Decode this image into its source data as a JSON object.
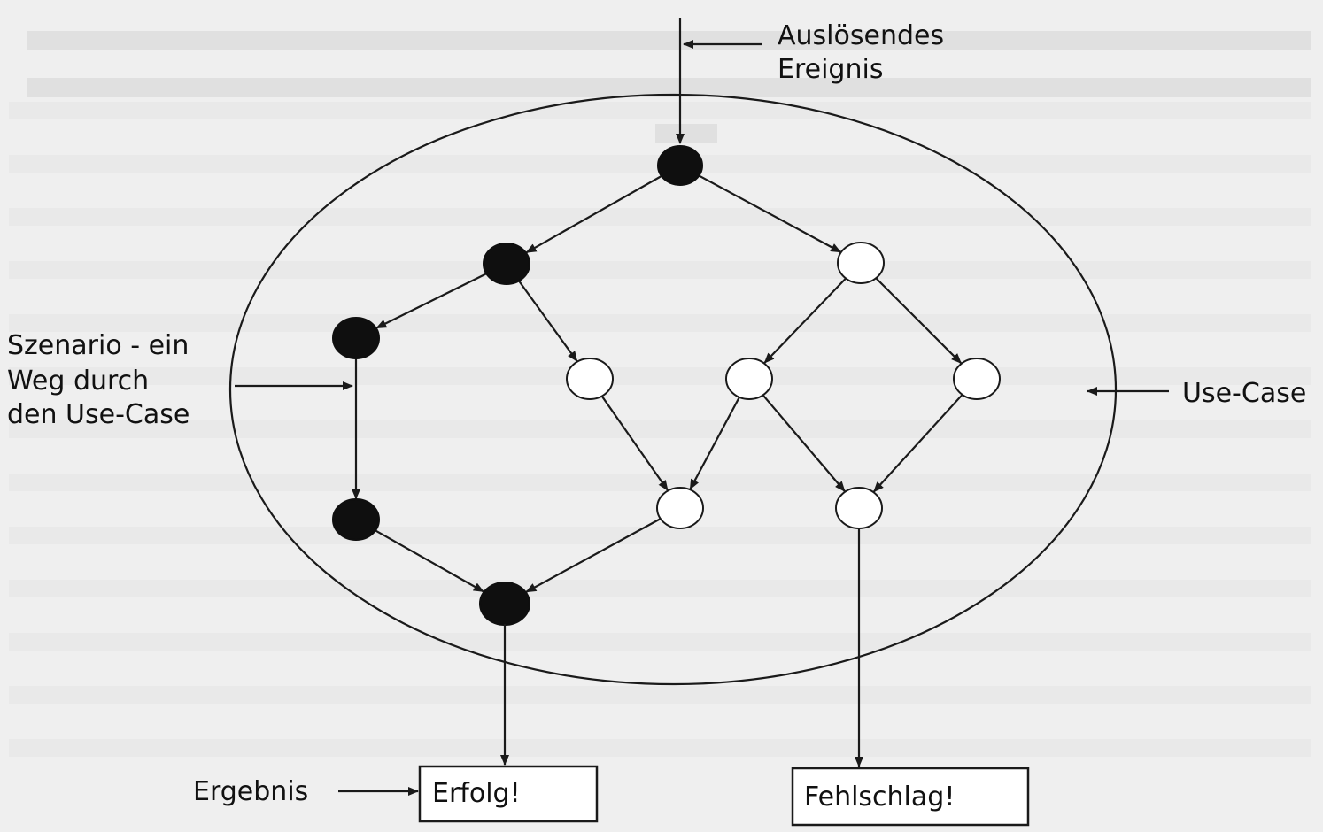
{
  "labels": {
    "trigger_line1": "Auslösendes",
    "trigger_line2": "Ereignis",
    "scenario_line1": "Szenario - ein",
    "scenario_line2": "Weg durch",
    "scenario_line3": "den Use-Case",
    "use_case": "Use-Case",
    "result": "Ergebnis",
    "success": "Erfolg!",
    "failure": "Fehlschlag!"
  },
  "colors": {
    "ink": "#111111",
    "paper": "#efefef",
    "scenario_node": "#0f0f0f",
    "other_node": "#ffffff"
  },
  "nodes": [
    {
      "id": "n1",
      "kind": "scenario"
    },
    {
      "id": "n2",
      "kind": "scenario"
    },
    {
      "id": "n3",
      "kind": "other"
    },
    {
      "id": "n4",
      "kind": "scenario"
    },
    {
      "id": "n5",
      "kind": "other"
    },
    {
      "id": "n6",
      "kind": "other"
    },
    {
      "id": "n7",
      "kind": "other"
    },
    {
      "id": "n8",
      "kind": "scenario"
    },
    {
      "id": "n9",
      "kind": "other"
    },
    {
      "id": "n10",
      "kind": "other"
    },
    {
      "id": "n11",
      "kind": "scenario"
    }
  ],
  "edges": [
    {
      "from": "n1",
      "to": "n2"
    },
    {
      "from": "n1",
      "to": "n3"
    },
    {
      "from": "n2",
      "to": "n4"
    },
    {
      "from": "n2",
      "to": "n5"
    },
    {
      "from": "n3",
      "to": "n6"
    },
    {
      "from": "n3",
      "to": "n7"
    },
    {
      "from": "n4",
      "to": "n8"
    },
    {
      "from": "n5",
      "to": "n9"
    },
    {
      "from": "n6",
      "to": "n9"
    },
    {
      "from": "n6",
      "to": "n10"
    },
    {
      "from": "n7",
      "to": "n10"
    },
    {
      "from": "n8",
      "to": "n11"
    },
    {
      "from": "n9",
      "to": "n11"
    }
  ]
}
